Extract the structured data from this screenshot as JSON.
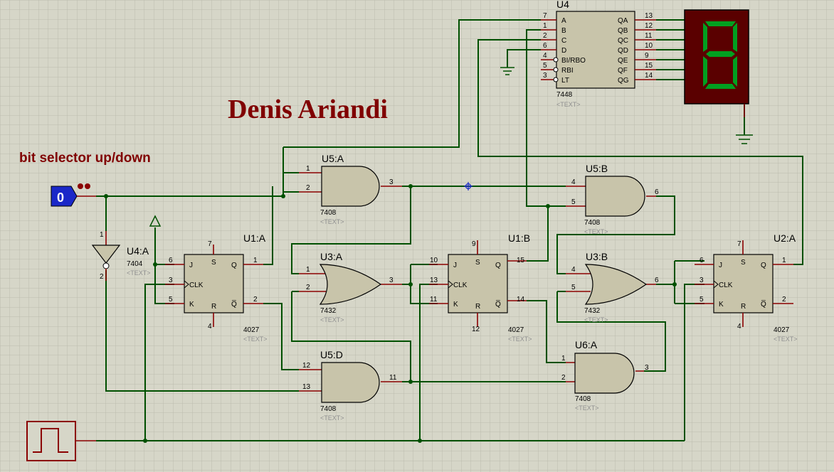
{
  "title": "Denis Ariandi",
  "selector_label": "bit selector up/down",
  "logic_state": "0",
  "text_tag": "<TEXT>",
  "components": {
    "u4a": {
      "ref": "U4:A",
      "part": "7404",
      "pins": [
        "1",
        "2"
      ]
    },
    "u1a": {
      "ref": "U1:A",
      "part": "4027",
      "pins": {
        "j": "6",
        "clk": "3",
        "k": "5",
        "s": "7",
        "r": "4",
        "q": "1",
        "qb": "2"
      }
    },
    "u1b": {
      "ref": "U1:B",
      "part": "4027",
      "pins": {
        "j": "10",
        "clk": "13",
        "k": "11",
        "s": "9",
        "r": "12",
        "q": "15",
        "qb": "14"
      }
    },
    "u2a": {
      "ref": "U2:A",
      "part": "4027",
      "pins": {
        "j": "6",
        "clk": "3",
        "k": "5",
        "s": "7",
        "r": "4",
        "q": "1",
        "qb": "2"
      }
    },
    "u5a": {
      "ref": "U5:A",
      "part": "7408",
      "pins": [
        "1",
        "2",
        "3"
      ]
    },
    "u5b": {
      "ref": "U5:B",
      "part": "7408",
      "pins": [
        "4",
        "5",
        "6"
      ]
    },
    "u5d": {
      "ref": "U5:D",
      "part": "7408",
      "pins": [
        "12",
        "13",
        "11"
      ]
    },
    "u6a": {
      "ref": "U6:A",
      "part": "7408",
      "pins": [
        "1",
        "2",
        "3"
      ]
    },
    "u3a": {
      "ref": "U3:A",
      "part": "7432",
      "pins": [
        "1",
        "2",
        "3"
      ]
    },
    "u3b": {
      "ref": "U3:B",
      "part": "7432",
      "pins": [
        "4",
        "5",
        "6"
      ]
    },
    "u4": {
      "ref": "U4",
      "part": "7448",
      "inputs": [
        {
          "name": "A",
          "pin": "7"
        },
        {
          "name": "B",
          "pin": "1"
        },
        {
          "name": "C",
          "pin": "2"
        },
        {
          "name": "D",
          "pin": "6"
        },
        {
          "name": "BI/RBO",
          "pin": "4"
        },
        {
          "name": "RBI",
          "pin": "5"
        },
        {
          "name": "LT",
          "pin": "3"
        }
      ],
      "outputs": [
        {
          "name": "QA",
          "pin": "13"
        },
        {
          "name": "QB",
          "pin": "12"
        },
        {
          "name": "QC",
          "pin": "11"
        },
        {
          "name": "QD",
          "pin": "10"
        },
        {
          "name": "QE",
          "pin": "9"
        },
        {
          "name": "QF",
          "pin": "15"
        },
        {
          "name": "QG",
          "pin": "14"
        }
      ]
    }
  },
  "colors": {
    "background": "#d6d6c8",
    "grid": "#bcbcae",
    "wire": "#005000",
    "pin_lead": "#8b0000",
    "chip_fill": "#c8c4aa",
    "title": "#800000",
    "display_body": "#5a0000",
    "segment_on": "#00a020",
    "logic_probe": "#1a28c8"
  }
}
